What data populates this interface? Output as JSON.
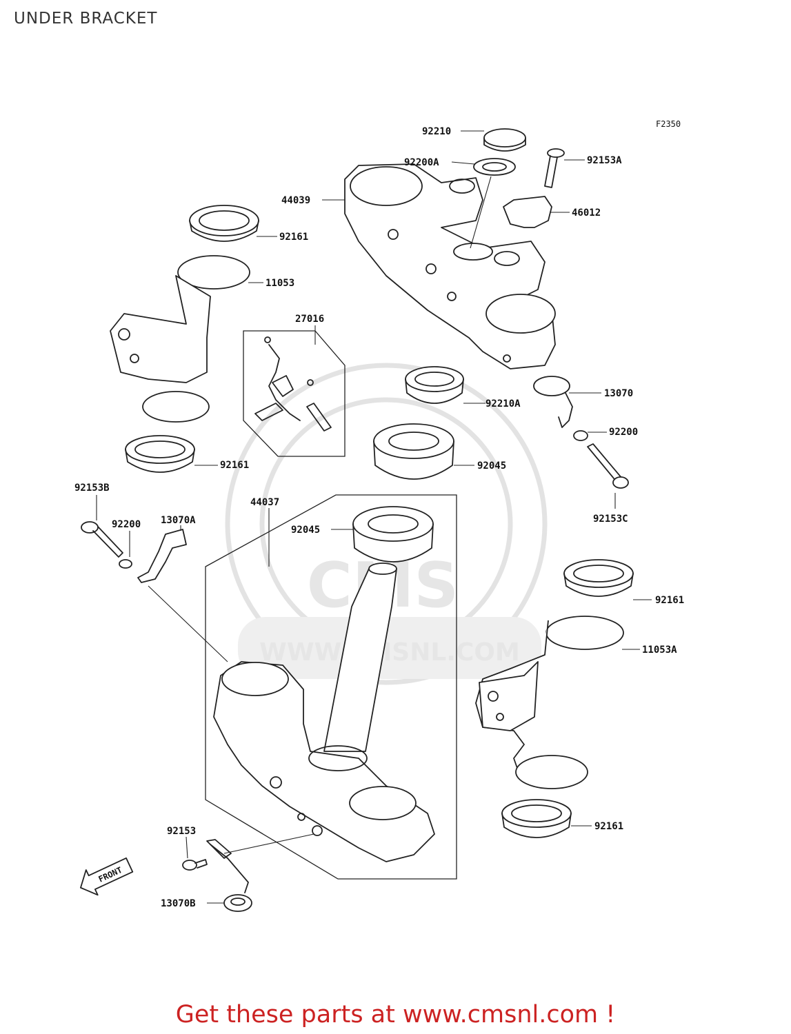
{
  "page_title": "UNDER BRACKET",
  "figure_code": "F2350",
  "watermark": {
    "brand": "CMS",
    "url": "WWW.CMSNL.COM"
  },
  "front_arrow": "FRONT",
  "cta": "Get these parts at www.cmsnl.com !",
  "part_labels": {
    "p92210": "92210",
    "p92200A": "92200A",
    "p92153A": "92153A",
    "p44039": "44039",
    "p46012": "46012",
    "p92161_a": "92161",
    "p11053": "11053",
    "p27016": "27016",
    "p92210A": "92210A",
    "p13070": "13070",
    "p92200_r": "92200",
    "p92045_a": "92045",
    "p92161_b": "92161",
    "p92153C": "92153C",
    "p92153B": "92153B",
    "p44037": "44037",
    "p92200_l": "92200",
    "p13070A": "13070A",
    "p92045_b": "92045",
    "p92161_c": "92161",
    "p11053A": "11053A",
    "p92161_d": "92161",
    "p92153": "92153",
    "p13070B": "13070B"
  }
}
